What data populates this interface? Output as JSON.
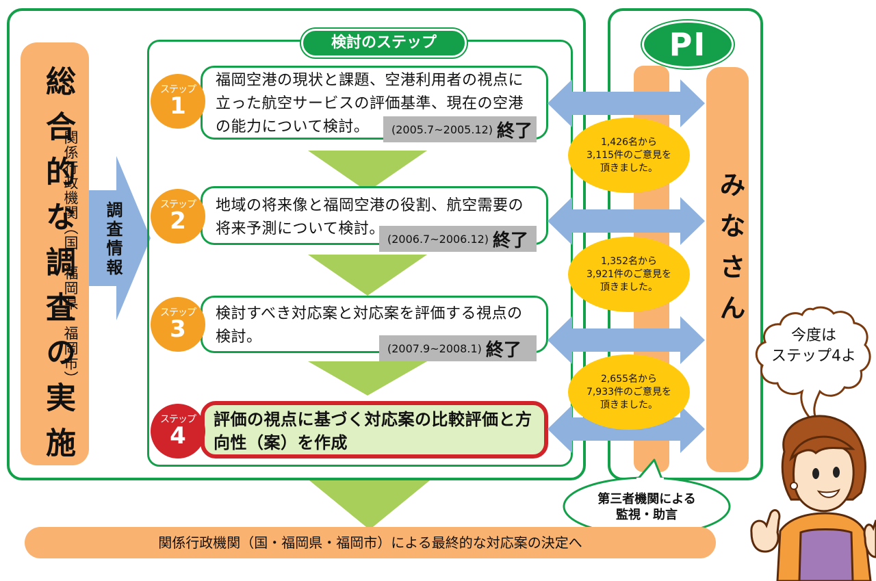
{
  "left_column": {
    "main_title": "総合的な調査の実施",
    "sub_title": "関係行政機関（国・福岡県・福岡市）",
    "arrow_label": "調査情報"
  },
  "steps_header": "検討のステップ",
  "steps": [
    {
      "badge_label": "ステップ",
      "badge_number": "1",
      "text": "福岡空港の現状と課題、空港利用者の視点に立った航空サービスの評価基準、現在の空港の能力について検討。",
      "period": "(2005.7~2005.12)",
      "status": "終了"
    },
    {
      "badge_label": "ステップ",
      "badge_number": "2",
      "text": "地域の将来像と福岡空港の役割、航空需要の将来予測について検討。",
      "period": "(2006.7~2006.12)",
      "status": "終了"
    },
    {
      "badge_label": "ステップ",
      "badge_number": "3",
      "text": "検討すべき対応案と対応案を評価する視点の検討。",
      "period": "(2007.9~2008.1)",
      "status": "終了"
    },
    {
      "badge_label": "ステップ",
      "badge_number": "4",
      "text": "評価の視点に基づく対応案の比較評価と方向性（案）を作成"
    }
  ],
  "pi": {
    "label": "PI",
    "public_label": "みなさん",
    "bubbles": [
      {
        "line1": "1,426名から",
        "line2": "3,115件のご意見を",
        "line3": "頂きました。"
      },
      {
        "line1": "1,352名から",
        "line2": "3,921件のご意見を",
        "line3": "頂きました。"
      },
      {
        "line1": "2,655名から",
        "line2": "7,933件のご意見を",
        "line3": "頂きました。"
      }
    ],
    "monitor_line1": "第三者機関による",
    "monitor_line2": "監視・助言"
  },
  "speech_bubble": {
    "line1": "今度は",
    "line2": "ステップ4よ"
  },
  "bottom_bar": "関係行政機関（国・福岡県・福岡市）による最終的な対応案の決定へ",
  "colors": {
    "green": "#14a04a",
    "orange": "#f9b26f",
    "step_orange": "#f4a024",
    "step4_red": "#d1232a",
    "blue_arrow": "#8fb1de",
    "light_green_arrow": "#a8cf5a",
    "yellow_bubble": "#ffc90e",
    "gray_tag": "#b7b7b7"
  }
}
